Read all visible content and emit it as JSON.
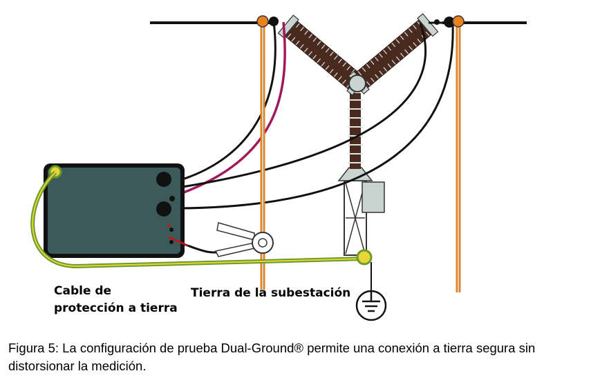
{
  "labels": {
    "cable_line1": "Cable de",
    "cable_line2": "protección a tierra",
    "substation_ground": "Tierra de la subestación"
  },
  "caption": "Figura 5: La configuración de prueba Dual-Ground® permite una conexión a tierra segura sin distorsionar la medición.",
  "colors": {
    "test_set_body": "#3d5a5a",
    "insulator": "#4a2a1e",
    "red_lead": "#a0195a",
    "ground_bus_orange": "#e8821e",
    "ground_cable_green": "#6c9a2a",
    "ground_cable_yellow": "#e6d63a",
    "pipe_gray": "#c9d4d0"
  }
}
